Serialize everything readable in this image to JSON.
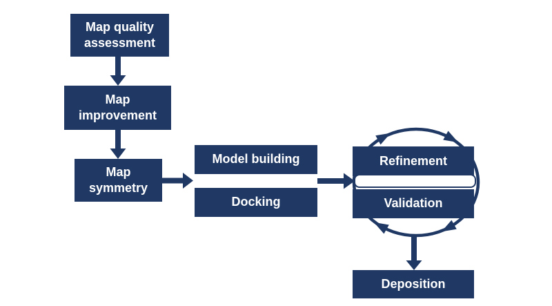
{
  "diagram": {
    "colors": {
      "accent": "#1f3864",
      "box_text": "#ffffff",
      "background": "#ffffff"
    },
    "boxes": [
      {
        "id": "map-quality-assessment",
        "label": "Map quality\nassessment"
      },
      {
        "id": "map-improvement",
        "label": "Map\nimprovement"
      },
      {
        "id": "map-symmetry",
        "label": "Map\nsymmetry"
      },
      {
        "id": "model-building",
        "label": "Model building"
      },
      {
        "id": "docking",
        "label": "Docking"
      },
      {
        "id": "refinement",
        "label": "Refinement"
      },
      {
        "id": "validation",
        "label": "Validation"
      },
      {
        "id": "deposition",
        "label": "Deposition"
      }
    ],
    "edges": [
      {
        "from": "map-quality-assessment",
        "to": "map-improvement",
        "type": "arrow-down"
      },
      {
        "from": "map-improvement",
        "to": "map-symmetry",
        "type": "arrow-down"
      },
      {
        "from": "map-symmetry",
        "to": "model-building / docking",
        "type": "arrow-right"
      },
      {
        "from": "model-building / docking",
        "to": "refinement / validation",
        "type": "arrow-right"
      },
      {
        "from": "refinement",
        "to": "validation",
        "type": "cycle-clockwise"
      },
      {
        "from": "refinement / validation",
        "to": "deposition",
        "type": "arrow-down"
      }
    ]
  }
}
